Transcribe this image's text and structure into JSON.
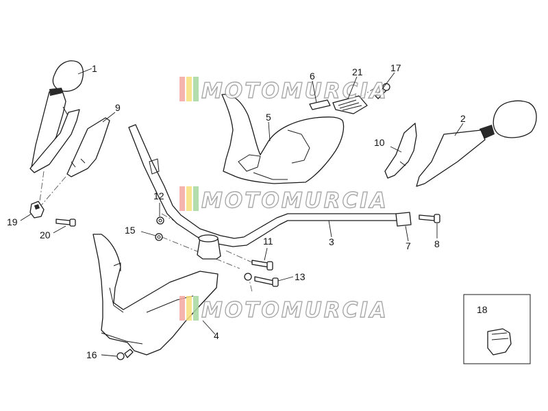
{
  "diagram": {
    "callouts": [
      {
        "id": "c1",
        "text": "1"
      },
      {
        "id": "c2",
        "text": "2"
      },
      {
        "id": "c3",
        "text": "3"
      },
      {
        "id": "c4",
        "text": "4"
      },
      {
        "id": "c5",
        "text": "5"
      },
      {
        "id": "c6",
        "text": "6"
      },
      {
        "id": "c7",
        "text": "7"
      },
      {
        "id": "c8",
        "text": "8"
      },
      {
        "id": "c9",
        "text": "9"
      },
      {
        "id": "c10",
        "text": "10"
      },
      {
        "id": "c11",
        "text": "11"
      },
      {
        "id": "c12",
        "text": "12"
      },
      {
        "id": "c13",
        "text": "13"
      },
      {
        "id": "c15",
        "text": "15"
      },
      {
        "id": "c16",
        "text": "16"
      },
      {
        "id": "c17",
        "text": "17"
      },
      {
        "id": "c18",
        "text": "18"
      },
      {
        "id": "c19",
        "text": "19"
      },
      {
        "id": "c20",
        "text": "20"
      },
      {
        "id": "c21",
        "text": "21"
      }
    ]
  },
  "watermark": {
    "text": "MOTOMURCIA",
    "stripe_colors": [
      "#f4a9a0",
      "#f6e07a",
      "#a8d8a0"
    ]
  }
}
